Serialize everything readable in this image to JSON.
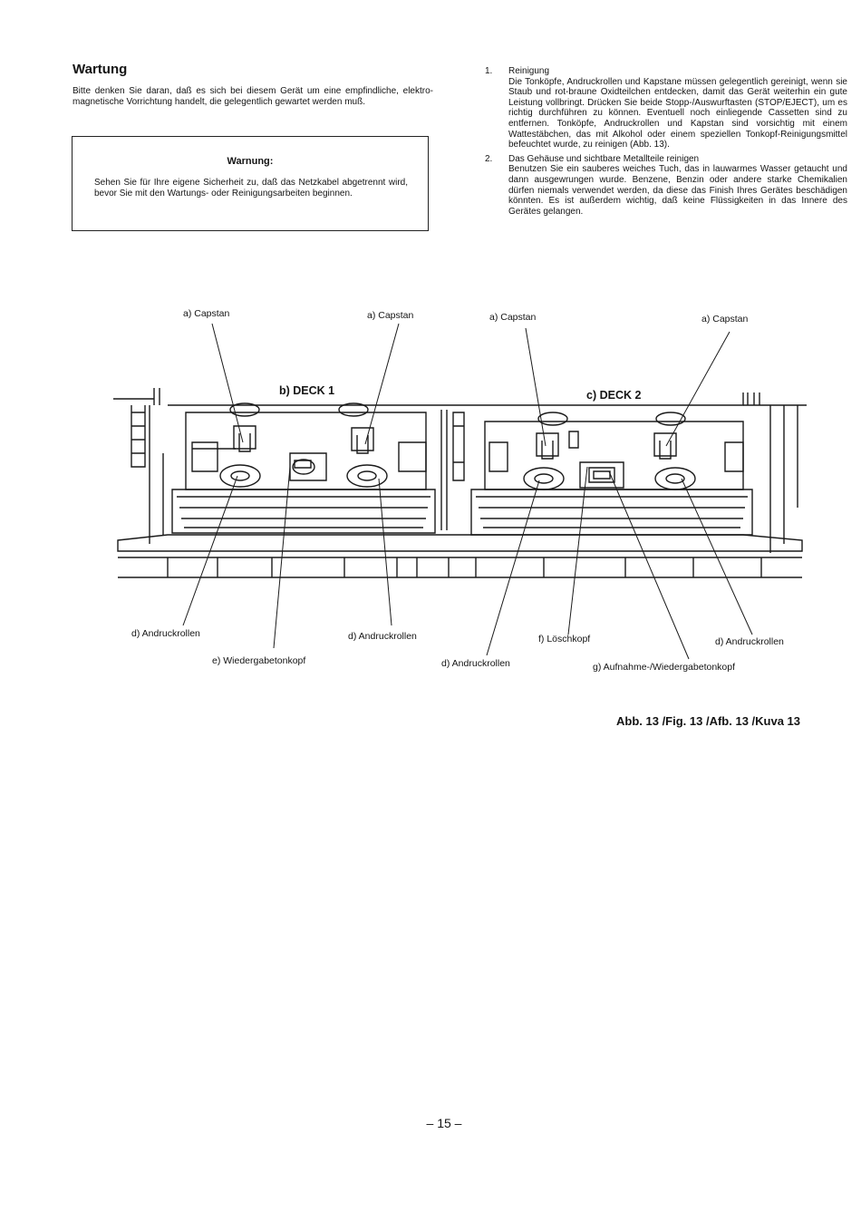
{
  "heading": "Wartung",
  "intro": "Bitte denken Sie daran, daß es sich bei diesem Gerät um eine empfindliche, elektro-magnetische Vorrichtung handelt, die gelegentlich gewartet werden muß.",
  "warning": {
    "title": "Warnung:",
    "text": "Sehen Sie für Ihre eigene Sicherheit zu, daß das Netzkabel abgetrennt wird, bevor Sie mit den Wartungs- oder Reinigungsarbeiten beginnen."
  },
  "steps": [
    {
      "number": "1.",
      "title": "Reinigung",
      "text": "Die Tonköpfe, Andruckrollen und Kapstane müssen gelegentlich gereinigt, wenn sie Staub und rot-braune Oxidteilchen entdecken, damit das Gerät weiterhin ein gute Leistung vollbringt. Drücken Sie beide Stopp-/Auswurftasten (STOP/EJECT), um es richtig durchführen zu können. Eventuell noch einliegende Cassetten sind zu entfernen. Tonköpfe, Andruckrollen und Kapstan sind vorsichtig mit einem Wattestäbchen, das mit Alkohol oder einem speziellen Tonkopf-Reinigungsmittel befeuchtet wurde, zu reinigen (Abb. 13)."
    },
    {
      "number": "2.",
      "title": "Das Gehäuse und sichtbare Metallteile reinigen",
      "text": "Benutzen Sie ein sauberes weiches Tuch, das in lauwarmes Wasser getaucht und dann ausgewrungen wurde. Benzene, Benzin oder andere starke Chemikalien dürfen niemals verwendet werden, da diese das Finish Ihres Gerätes beschädigen könnten. Es ist außerdem wichtig, daß keine Flüssigkeiten in das Innere des Gerätes gelangen."
    }
  ],
  "figure": {
    "capstan_1": "a) Capstan",
    "capstan_2": "a) Capstan",
    "capstan_3": "a) Capstan",
    "capstan_4": "a) Capstan",
    "deck1": "b) DECK 1",
    "deck2": "c) DECK 2",
    "pinch_1": "d) Andruckrollen",
    "pinch_2": "d) Andruckrollen",
    "pinch_3": "d) Andruckrollen",
    "pinch_4": "d) Andruckrollen",
    "playback_head": "e) Wiedergabetonkopf",
    "erase_head": "f) Löschkopf",
    "rec_play_head": "g) Aufnahme-/Wiedergabetonkopf",
    "caption": "Abb. 13 /Fig. 13 /Afb. 13 /Kuva 13"
  },
  "page_number": "– 15 –"
}
